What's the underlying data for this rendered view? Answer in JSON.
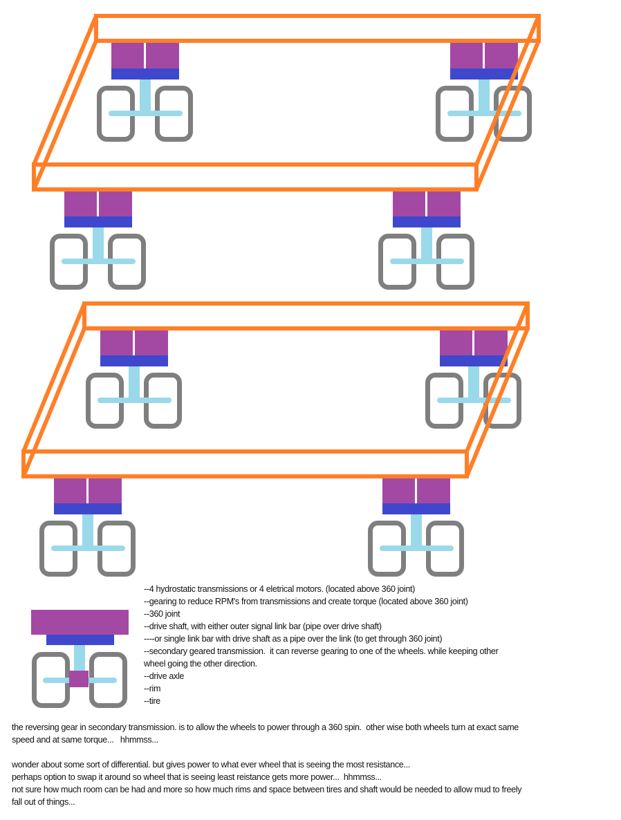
{
  "colors": {
    "frame": "#ff7f27",
    "motor": "#a349a4",
    "gearing": "#3f48cc",
    "shaft": "#99d9ea",
    "tire": "#7f7f7f"
  },
  "legend": [
    "--4 hydrostatic transmissions or 4 eletrical motors. (located above 360 joint)",
    "--gearing to reduce RPM's from transmissions and create torque (located above 360 joint)",
    "--360 joint",
    "--drive shaft, with either outer signal link bar (pipe over drive shaft)",
    "----or single link bar with drive shaft as a pipe over the link (to get through 360 joint)",
    "--secondary geared transmission.  it can reverse gearing to one of the wheels. while keeping other",
    "wheel going the other direction.",
    "--drive axle",
    "--rim",
    "--tire"
  ],
  "notes": [
    "the reversing gear in secondary transmission. is to allow the wheels to power through a 360 spin.  other wise both wheels turn at exact same",
    "speed and at same torque...   hhmmss...",
    "",
    "wonder about some sort of differential. but gives power to what ever wheel that is seeing the most resistance...",
    "perhaps option to swap it around so wheel that is seeing least reistance gets more power...  hhmmss...",
    "not sure how much room can be had and more so how much rims and space between tires and shaft would be needed to allow mud to freely",
    "fall out of things..."
  ]
}
